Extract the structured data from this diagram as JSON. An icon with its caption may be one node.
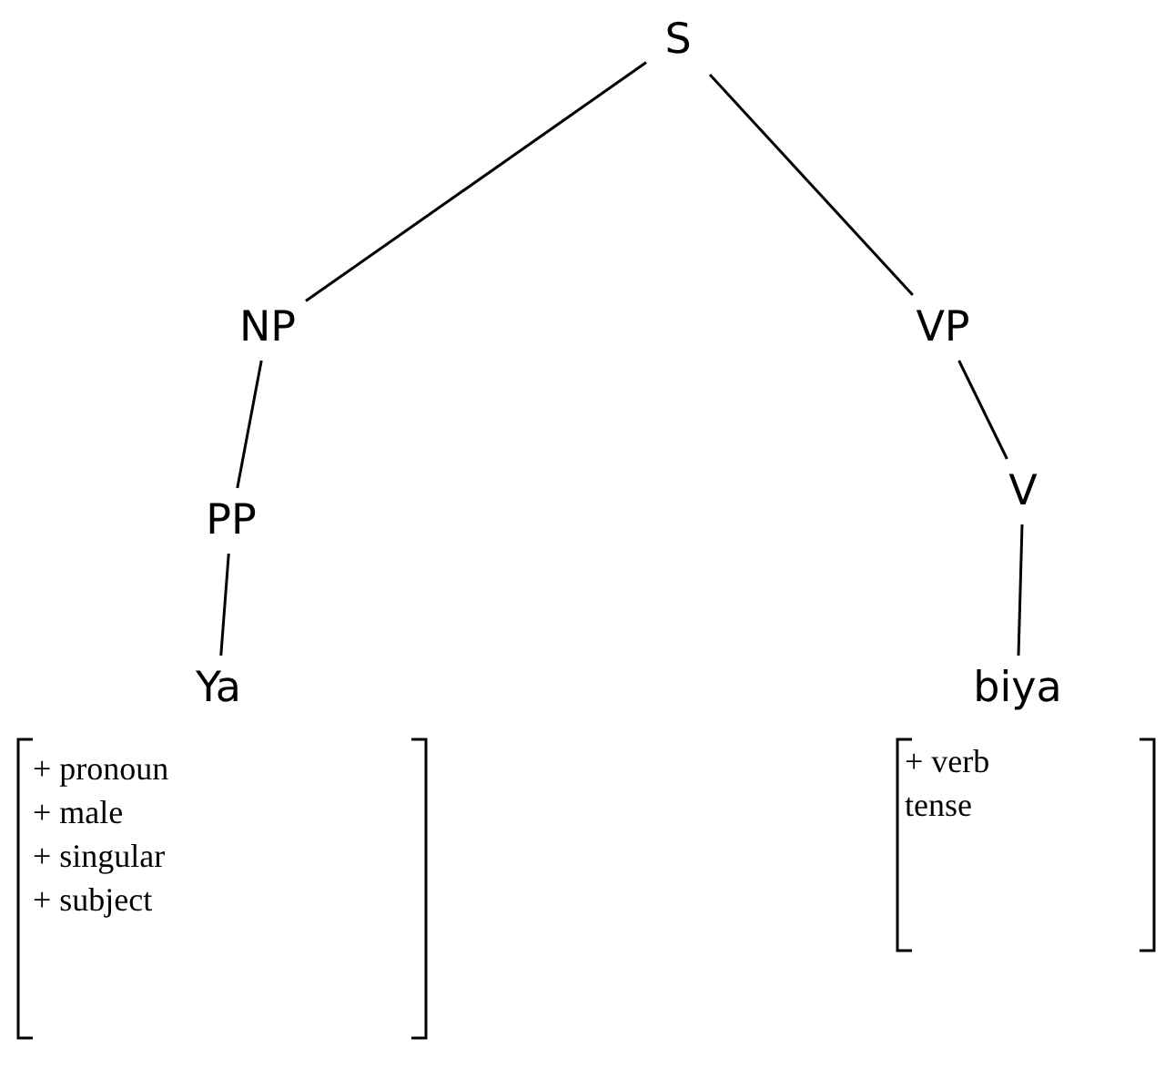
{
  "diagram": {
    "nodes": [
      {
        "text": [
          "S"
        ]
      },
      {
        "text": [
          "NP"
        ]
      },
      {
        "text": [
          "VP"
        ]
      },
      {
        "text": [
          "PP"
        ]
      },
      {
        "text": [
          "V"
        ]
      },
      {
        "text": [
          "Ya"
        ],
        "beside": [
          "+ pronoun",
          "+ male",
          "+ singular",
          "+ subject"
        ]
      },
      {
        "text": [
          "biya"
        ],
        "beside": [
          "+ verb tense"
        ]
      }
    ],
    "edges": [
      {
        "from": 0,
        "to": 1,
        "arrow": "none"
      },
      {
        "from": 0,
        "to": 2,
        "arrow": "none"
      },
      {
        "from": 1,
        "to": 3,
        "arrow": "none"
      },
      {
        "from": 2,
        "to": 4,
        "arrow": "none"
      },
      {
        "from": 3,
        "to": 5,
        "arrow": "none"
      },
      {
        "from": 4,
        "to": 6,
        "arrow": "none"
      }
    ]
  }
}
